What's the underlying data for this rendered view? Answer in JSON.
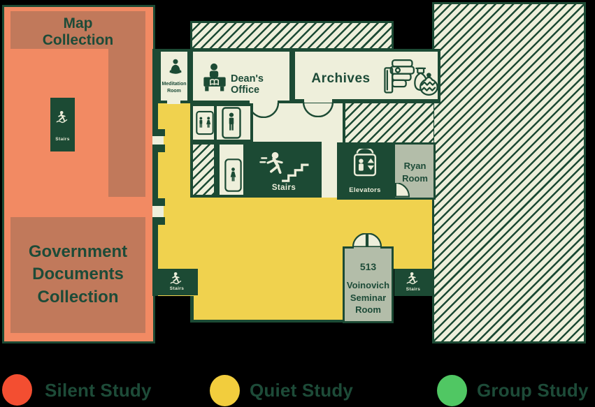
{
  "colors": {
    "background": "#000000",
    "silent_area": "#F28A63",
    "silent_area_inner": "#C1795B",
    "wall_green": "#1C4A34",
    "floor_cream": "#EEEFDB",
    "quiet_area_yellow": "#F0D24E",
    "room_sage": "#B3BDA9",
    "legend_red": "#F34E31",
    "legend_yellow": "#F2CD3D",
    "legend_green": "#50C763"
  },
  "left_building": {
    "map_collection": "Map Collection",
    "government_documents": "Government Documents Collection"
  },
  "rooms": {
    "meditation": "Meditation Room",
    "deans_office": "Dean's Office",
    "archives": "Archives",
    "elevators": "Elevators",
    "ryan": "Ryan Room",
    "voinovich_number": "513",
    "voinovich": "Voinovich Seminar Room"
  },
  "labels": {
    "stairs": "Stairs"
  },
  "legend": {
    "items": [
      {
        "label": "Silent Study",
        "color": "#F34E31"
      },
      {
        "label": "Quiet Study",
        "color": "#F2CD3D"
      },
      {
        "label": "Group Study",
        "color": "#50C763"
      }
    ]
  }
}
